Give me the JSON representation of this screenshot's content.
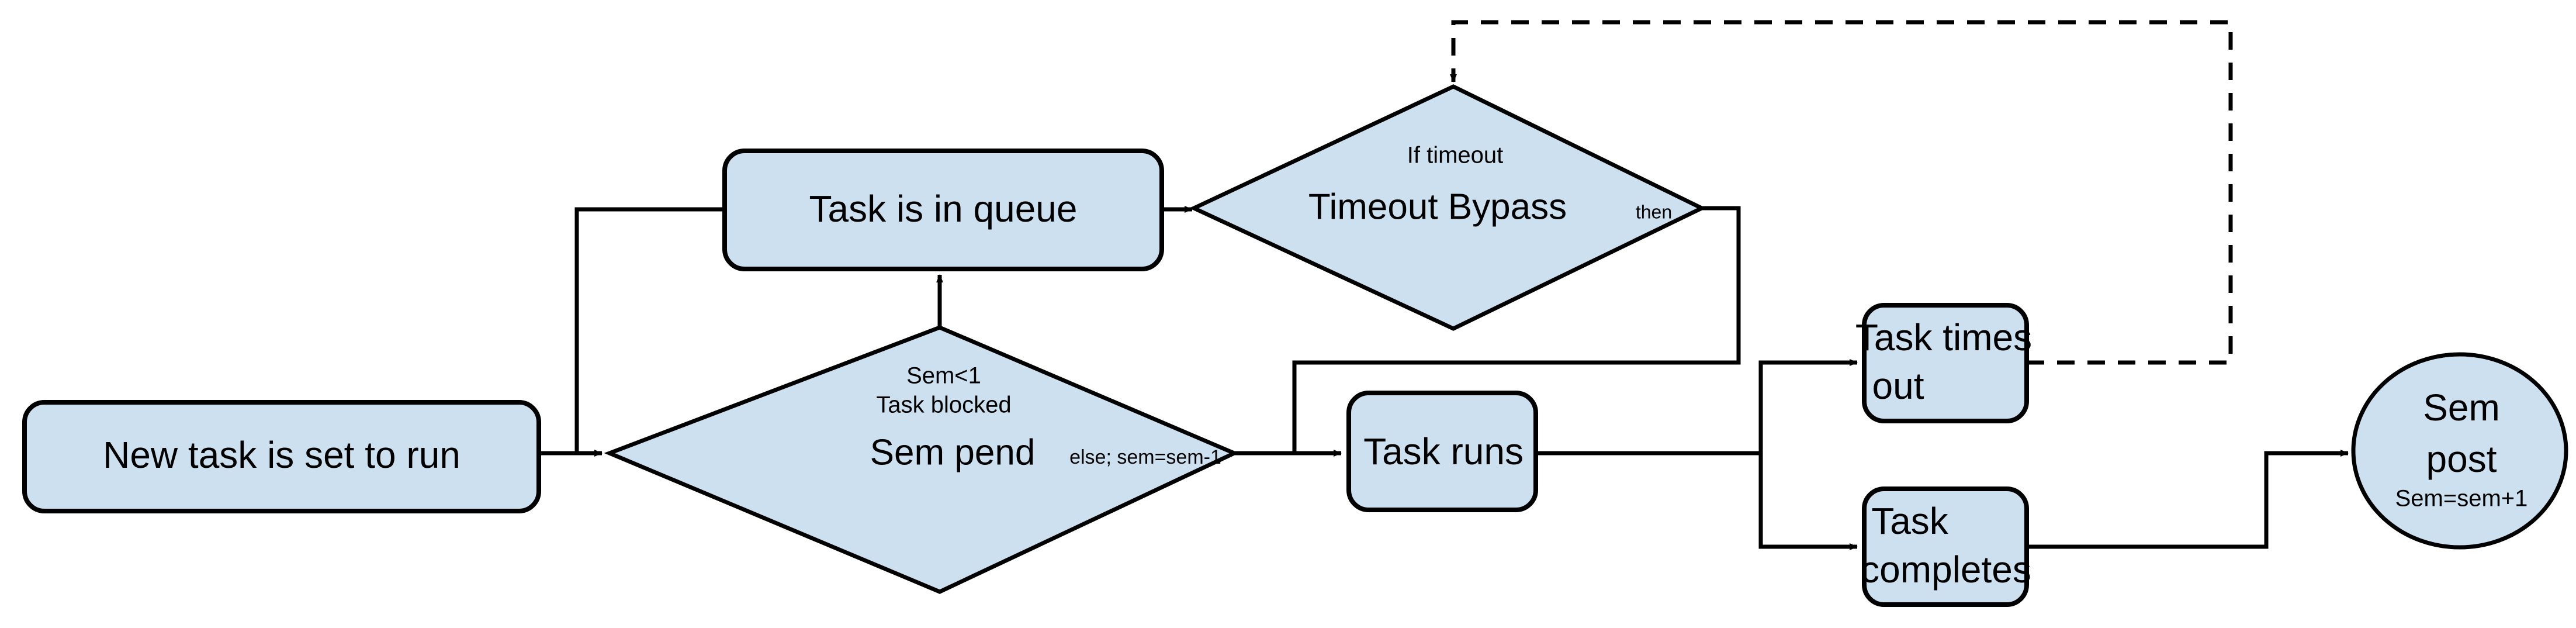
{
  "diagram": {
    "title": "Task semaphore scheduling flowchart",
    "colors": {
      "node_fill": "#cce0f0",
      "node_stroke": "#000000",
      "edge_stroke": "#000000",
      "background": "#ffffff"
    },
    "nodes": {
      "new_task": {
        "label": "New task is set to run",
        "shape": "rounded-rectangle"
      },
      "task_queue": {
        "label": "Task is in queue",
        "shape": "rounded-rectangle"
      },
      "sem_pend": {
        "shape": "diamond",
        "label": "Sem pend",
        "condition_line1": "Sem<1",
        "condition_line2": "Task blocked",
        "else_label": "else; sem=sem-1"
      },
      "timeout_bypass": {
        "shape": "diamond",
        "label": "Timeout Bypass",
        "condition": "If timeout",
        "then_label": "then"
      },
      "task_runs": {
        "label": "Task runs",
        "shape": "rounded-rectangle"
      },
      "task_times_out": {
        "label_line1": "Task times",
        "label_line2": "out",
        "shape": "rounded-rectangle"
      },
      "task_completes": {
        "label_line1": "Task",
        "label_line2": "completes",
        "shape": "rounded-rectangle"
      },
      "sem_post": {
        "shape": "ellipse",
        "label_line1": "Sem",
        "label_line2": "post",
        "sublabel": "Sem=sem+1"
      }
    },
    "edges": [
      {
        "from": "new_task",
        "to": "sem_pend",
        "style": "solid",
        "arrow": true
      },
      {
        "from": "new_task",
        "to": "task_queue",
        "style": "solid",
        "arrow": false
      },
      {
        "from": "sem_pend",
        "to": "task_queue",
        "style": "solid",
        "arrow": true,
        "label": "Sem<1 Task blocked"
      },
      {
        "from": "task_queue",
        "to": "timeout_bypass",
        "style": "solid",
        "arrow": true
      },
      {
        "from": "sem_pend",
        "to": "task_runs",
        "style": "solid",
        "arrow": true,
        "label": "else; sem=sem-1"
      },
      {
        "from": "timeout_bypass",
        "to": "task_runs",
        "style": "solid",
        "arrow": false,
        "label": "then"
      },
      {
        "from": "task_runs",
        "to": "task_times_out",
        "style": "solid",
        "arrow": true
      },
      {
        "from": "task_runs",
        "to": "task_completes",
        "style": "solid",
        "arrow": true
      },
      {
        "from": "task_times_out",
        "to": "timeout_bypass",
        "style": "dashed",
        "arrow": true
      },
      {
        "from": "task_completes",
        "to": "sem_post",
        "style": "solid",
        "arrow": true
      }
    ]
  }
}
